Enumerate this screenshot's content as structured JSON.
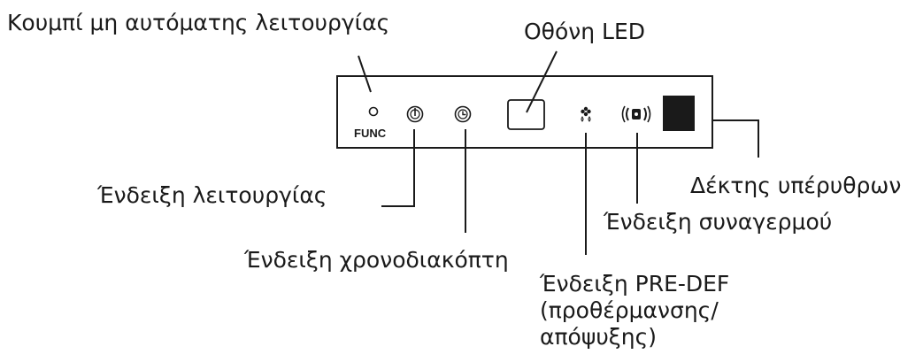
{
  "panel": {
    "func_text": "FUNC"
  },
  "callouts": {
    "func_button": "Κουμπί μη αυτόματης λειτουργίας",
    "led_display": "Οθόνη LED",
    "ir_receiver": "Δέκτης υπέρυθρων",
    "operation_indicator": "Ένδειξη λειτουργίας",
    "alarm_indicator": "Ένδειξη συναγερμού",
    "timer_indicator": "Ένδειξη χρονοδιακόπτη",
    "predef_indicator": [
      "Ένδειξη PRE-DEF",
      "(προθέρμανσης/",
      "απόψυξης)"
    ]
  },
  "icons": [
    "power-icon",
    "timer-icon",
    "defrost-icon",
    "alarm-icon"
  ]
}
